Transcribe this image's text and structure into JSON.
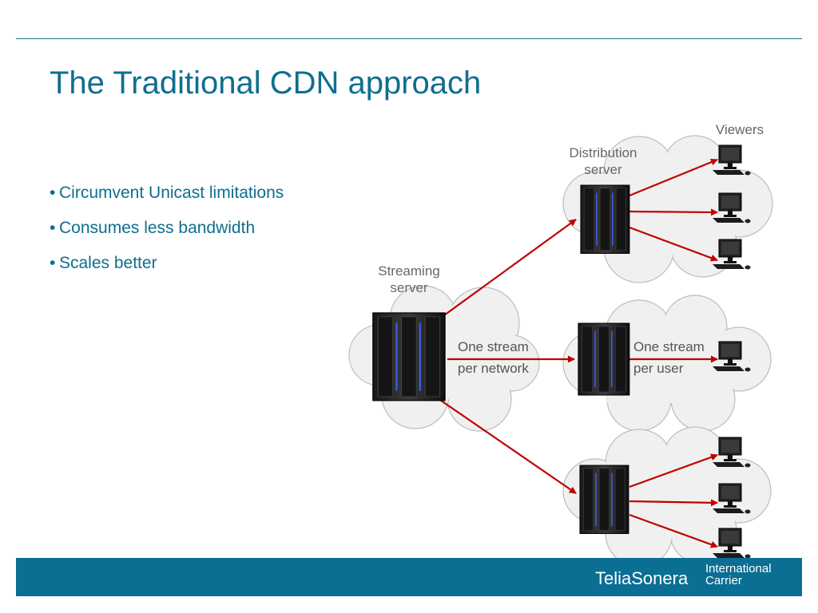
{
  "slide": {
    "title": "The Traditional CDN approach",
    "bullets": [
      "Circumvent Unicast limitations",
      "Consumes less bandwidth",
      "Scales better"
    ]
  },
  "diagram": {
    "labels": {
      "viewers": "Viewers",
      "distribution_server": "Distribution server",
      "streaming_server": "Streaming server",
      "one_stream_per_network": "One stream per network",
      "one_stream_per_user": "One stream per user"
    },
    "nodes": {
      "streaming_server": "server-tower-icon",
      "distribution_servers": [
        "server-tower-icon",
        "server-tower-icon",
        "server-tower-icon"
      ],
      "viewers": [
        "desktop-computer-icon",
        "desktop-computer-icon",
        "desktop-computer-icon",
        "desktop-computer-icon",
        "desktop-computer-icon",
        "desktop-computer-icon",
        "desktop-computer-icon"
      ]
    },
    "colors": {
      "arrow": "#c00000",
      "cloud": "#f0f0f0"
    }
  },
  "footer": {
    "brand": "TeliaSonera",
    "sub_line1": "International",
    "sub_line2": "Carrier"
  },
  "theme": {
    "accent": "#0f6e8f",
    "footer_bg": "#0b6e93"
  }
}
